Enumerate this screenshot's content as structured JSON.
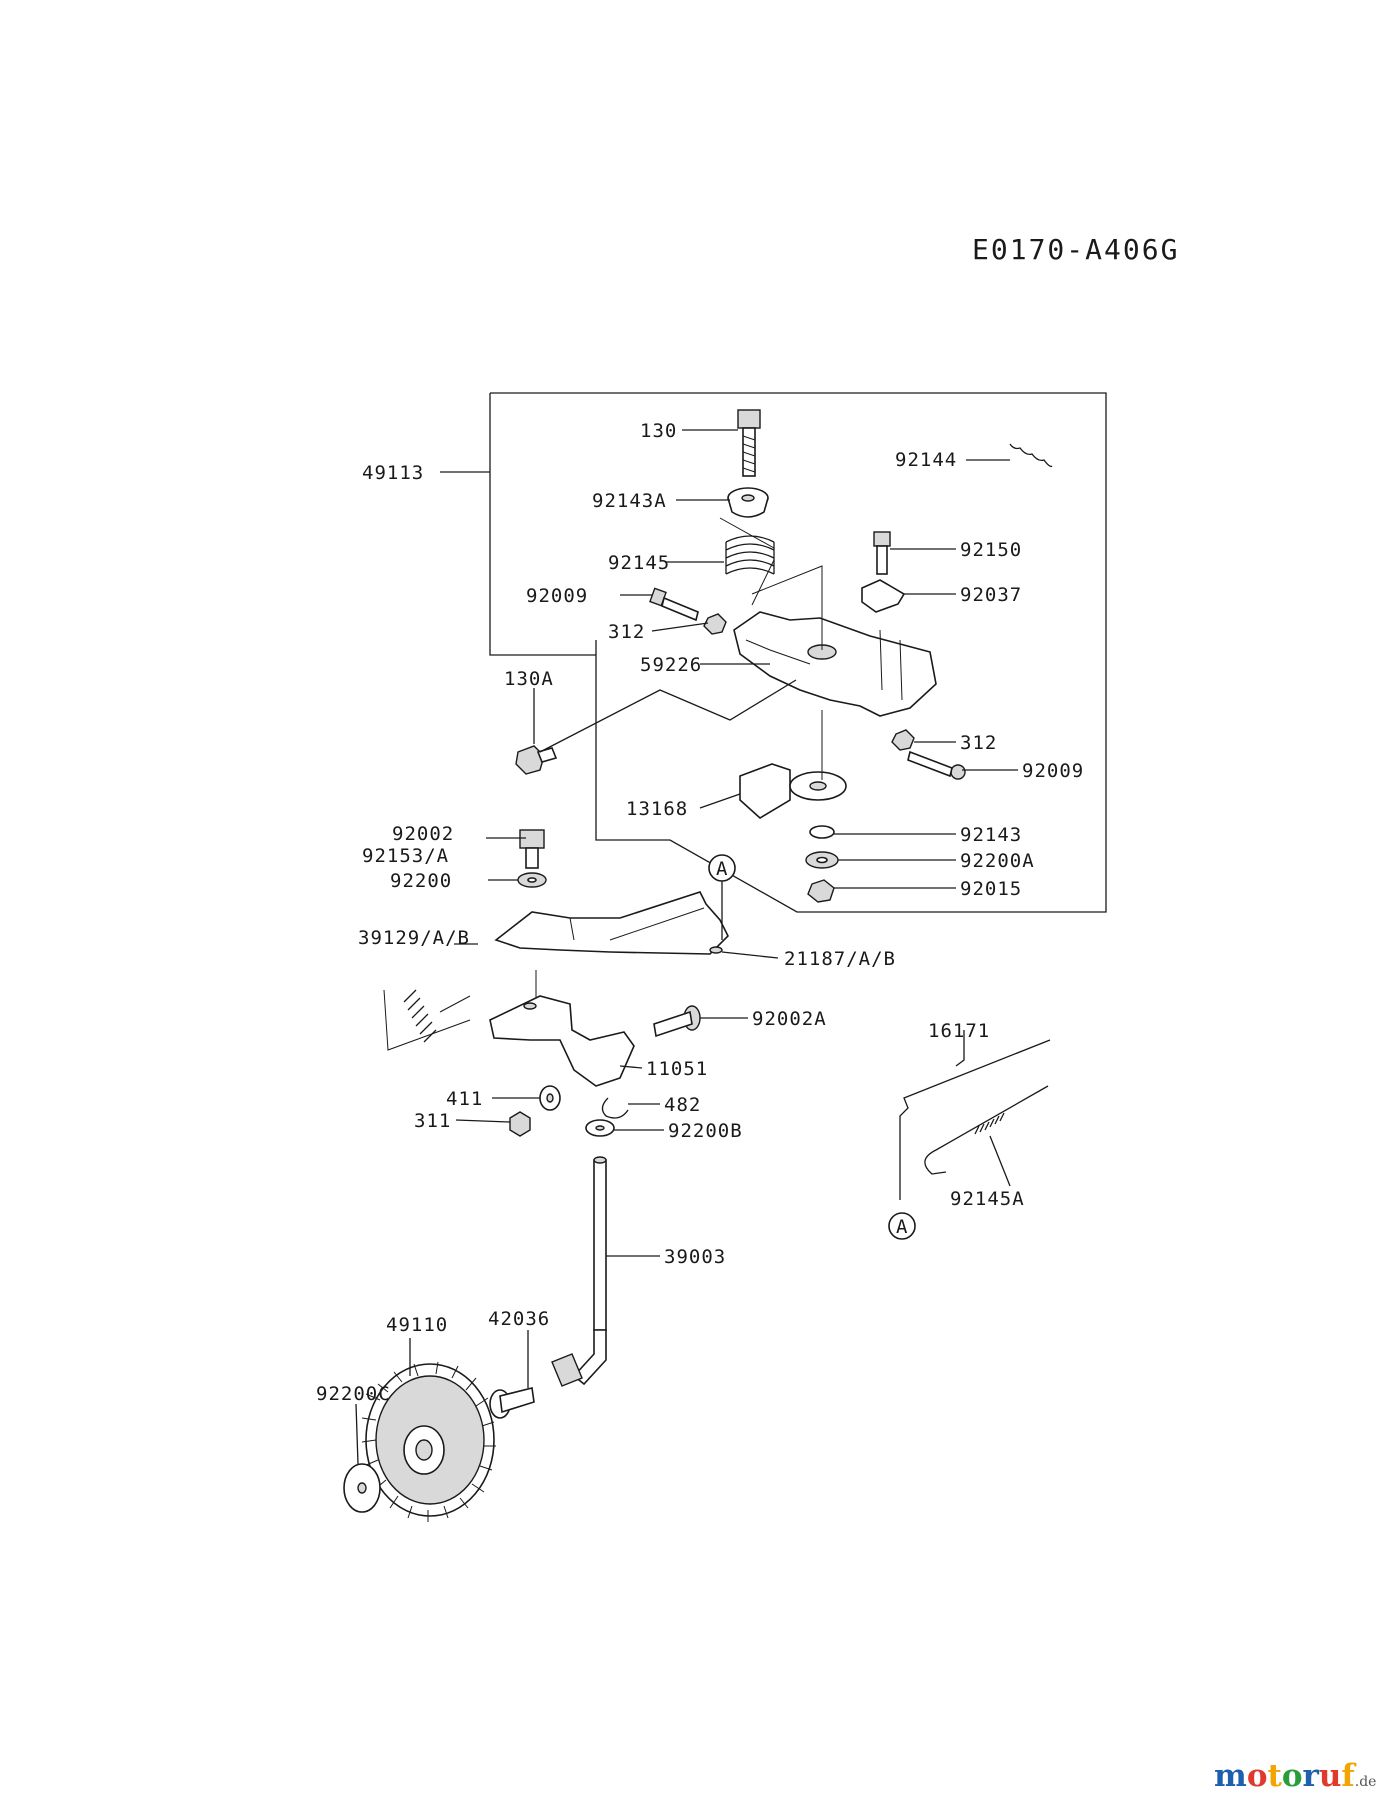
{
  "diagram_code": "E0170-A406G",
  "labels": {
    "p130": "130",
    "p92144": "92144",
    "p49113": "49113",
    "p92143A": "92143A",
    "p92145": "92145",
    "p92150": "92150",
    "p92009a": "92009",
    "p92037": "92037",
    "p312a": "312",
    "p59226": "59226",
    "p130A": "130A",
    "p312b": "312",
    "p92009b": "92009",
    "p13168": "13168",
    "p92143": "92143",
    "p92002": "92002",
    "p92153": "92153/A",
    "p92200A": "92200A",
    "p92200": "92200",
    "p92015": "92015",
    "p39129": "39129/A/B",
    "p21187": "21187/A/B",
    "p92002A": "92002A",
    "p16171": "16171",
    "p11051": "11051",
    "p411": "411",
    "p482": "482",
    "p311": "311",
    "p92200B": "92200B",
    "p92145A": "92145A",
    "p39003": "39003",
    "p49110": "49110",
    "p42036": "42036",
    "p92200C": "92200C"
  },
  "markers": {
    "ref_a_top": "A",
    "ref_a_bottom": "A"
  },
  "watermark": {
    "brand": "motoruf",
    "domain": ".de",
    "colors": [
      "#1f5fb0",
      "#e03a2f",
      "#f2a400",
      "#2a9d3a"
    ]
  }
}
